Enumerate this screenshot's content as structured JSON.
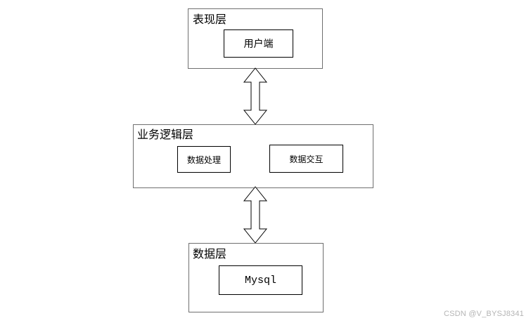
{
  "presentation_layer": {
    "title": "表现层",
    "component": "用户端"
  },
  "business_layer": {
    "title": "业务逻辑层",
    "components": [
      "数据处理",
      "数据交互"
    ]
  },
  "data_layer": {
    "title": "数据层",
    "component": "Mysql"
  },
  "watermark": "CSDN @V_BYSJ8341"
}
